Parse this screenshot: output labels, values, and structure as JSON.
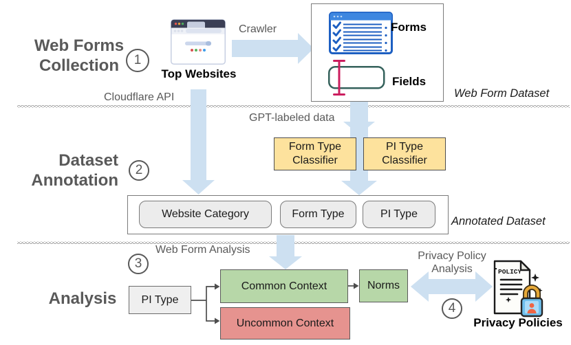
{
  "figure": {
    "type": "research-pipeline-diagram",
    "background": "#ffffff"
  },
  "sections": {
    "collection": {
      "line1": "Web Forms",
      "line2": "Collection",
      "step": "1"
    },
    "annotation": {
      "line1": "Dataset",
      "line2": "Annotation",
      "step": "2"
    },
    "analysis": {
      "title": "Analysis",
      "step": "3",
      "step4": "4"
    }
  },
  "labels": {
    "crawler": "Crawler",
    "cloudflare_api": "Cloudflare API",
    "gpt_labeled_data": "GPT-labeled data",
    "web_form_analysis": "Web Form Analysis",
    "privacy_policy_analysis_line1": "Privacy Policy",
    "privacy_policy_analysis_line2": "Analysis",
    "top_websites": "Top Websites",
    "forms": "Forms",
    "fields": "Fields",
    "web_form_dataset": "Web Form Dataset",
    "annotated_dataset": "Annotated Dataset",
    "privacy_policies": "Privacy Policies"
  },
  "boxes": {
    "form_type_classifier_line1": "Form Type",
    "form_type_classifier_line2": "Classifier",
    "pi_type_classifier_line1": "PI Type",
    "pi_type_classifier_line2": "Classifier",
    "website_category": "Website Category",
    "form_type": "Form Type",
    "pi_type": "PI Type",
    "pi_type_analysis": "PI Type",
    "common_context": "Common Context",
    "uncommon_context": "Uncommon Context",
    "norms": "Norms",
    "policy_doc_text": "POLICY"
  },
  "icons": {
    "browser": "browser-window-icon",
    "forms": "checklist-form-icon",
    "fields": "text-input-field-icon",
    "policy": "policy-document-lock-icon"
  },
  "colors": {
    "arrow_blue": "#cde0f1",
    "classifier_yellow": "#fde29d",
    "context_green": "#b7d7a8",
    "context_red": "#e6938f",
    "pill_gray": "#ececec",
    "heading_gray": "#595959"
  }
}
